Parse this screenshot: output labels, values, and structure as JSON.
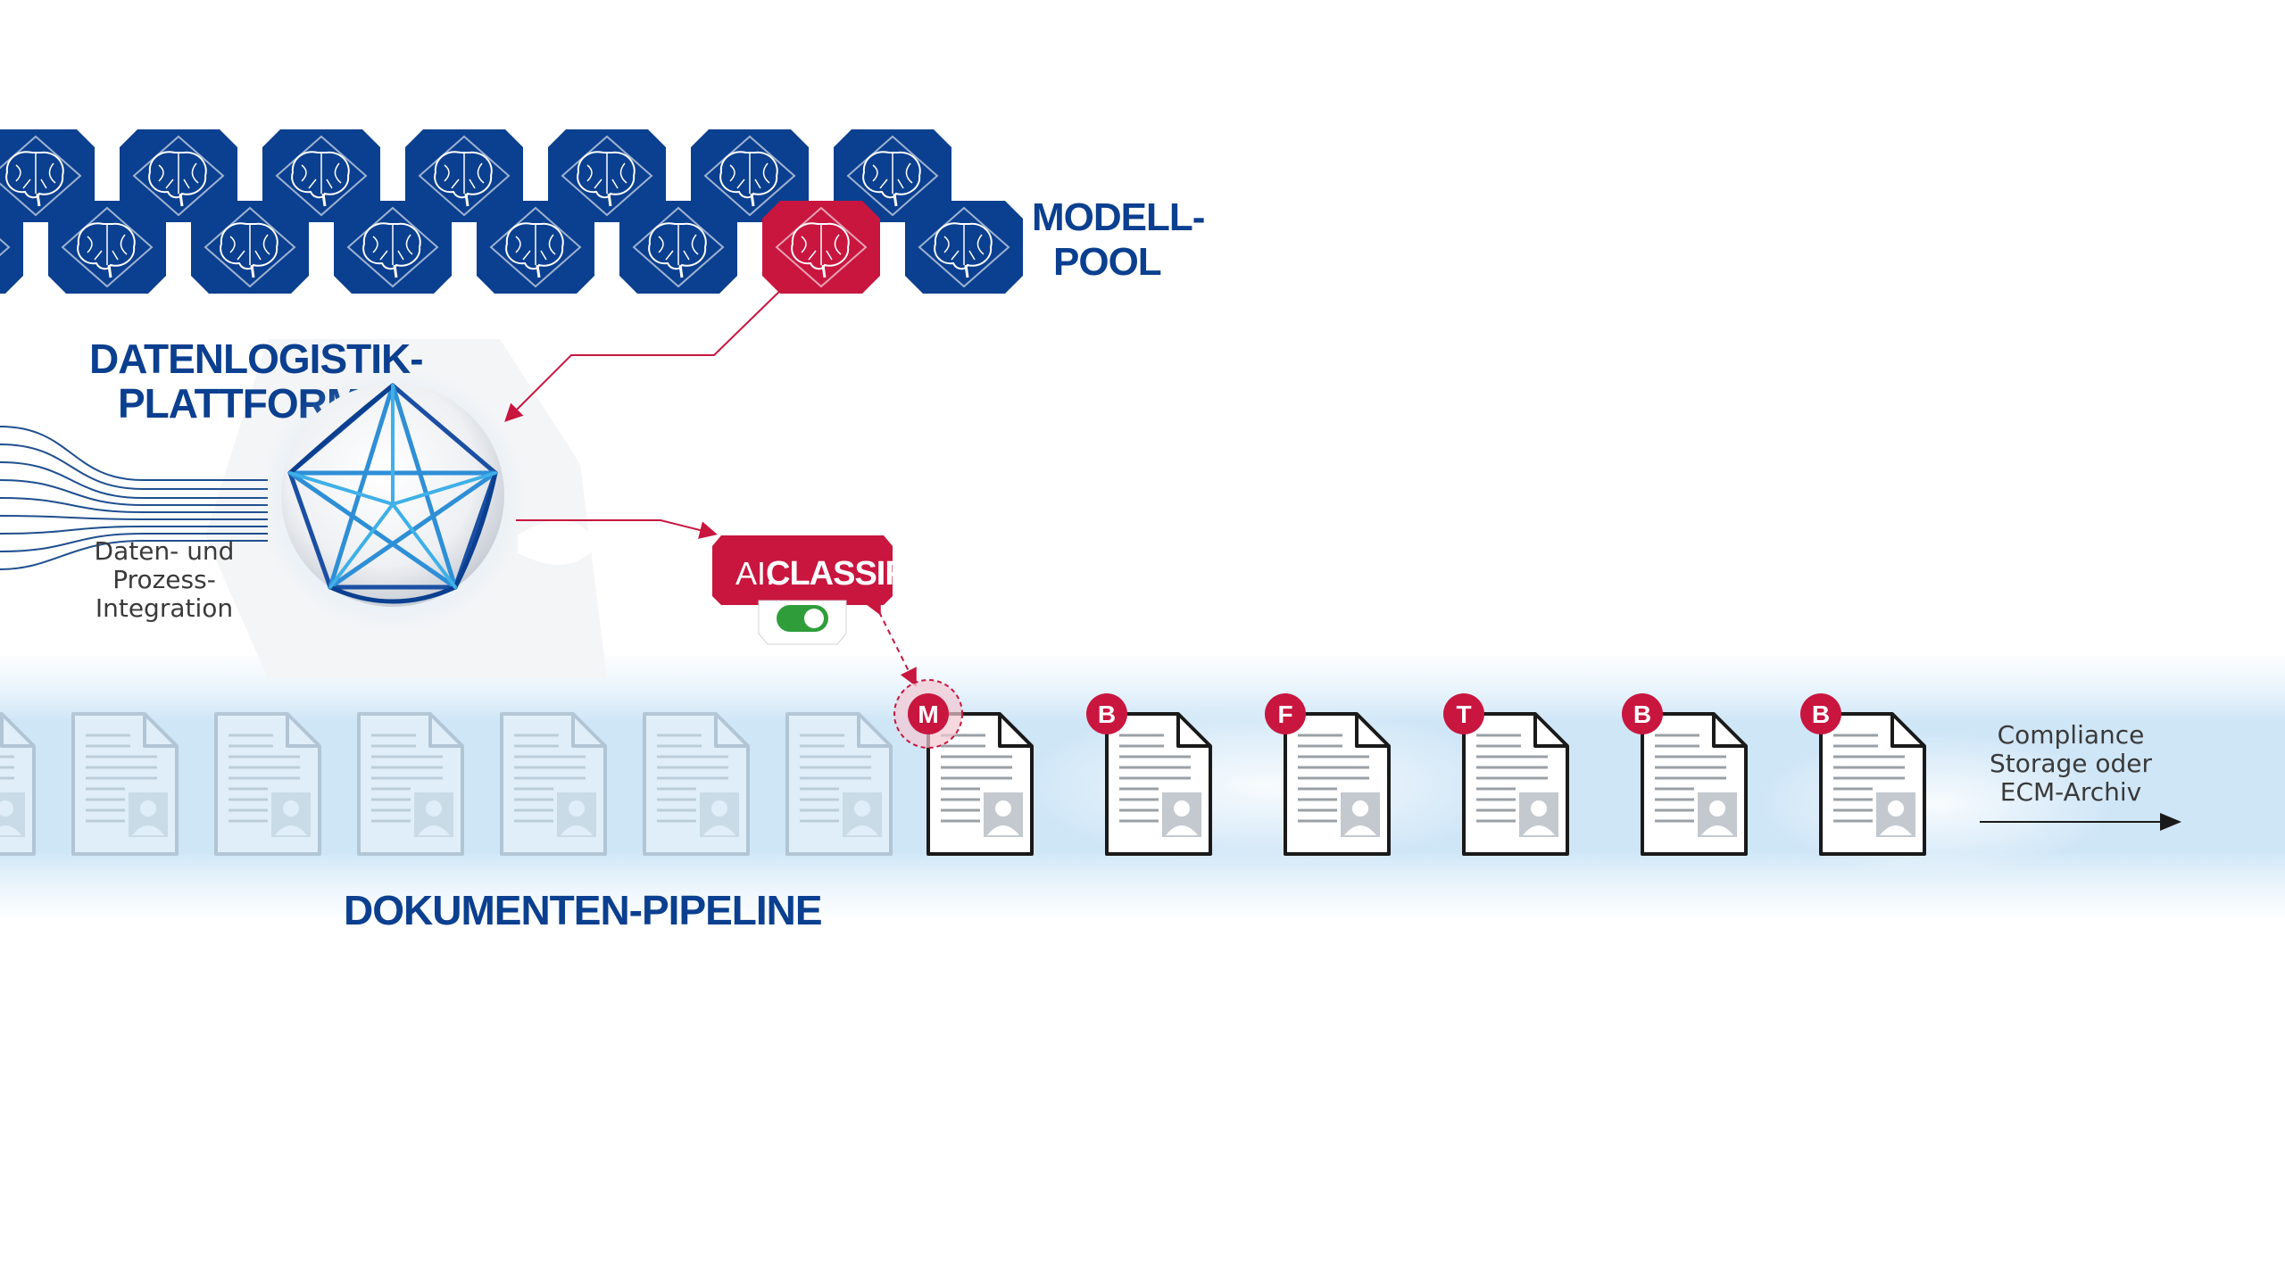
{
  "model_pool": {
    "label_line1": "MODELL-",
    "label_line2": "POOL",
    "tile_icon": "brain-icon",
    "row1_count": 7,
    "row2_count": 7,
    "highlighted_tile_row": 2,
    "highlighted_tile_index": 5
  },
  "platform": {
    "title_line1": "DATENLOGISTIK-",
    "title_line2": "PLATTFORM",
    "integration_line1": "Daten- und",
    "integration_line2": "Prozess-",
    "integration_line3": "Integration",
    "sphere_icon": "network-sphere-icon"
  },
  "classifier": {
    "label_prefix": "AI.",
    "label_main": "CLASSIFY",
    "toggle_state": "on"
  },
  "pipeline": {
    "label": "DOKUMENTEN-PIPELINE",
    "faded_document_count": 7,
    "classified_documents": [
      {
        "badge": "M",
        "active": true
      },
      {
        "badge": "B",
        "active": false
      },
      {
        "badge": "F",
        "active": false
      },
      {
        "badge": "T",
        "active": false
      },
      {
        "badge": "B",
        "active": false
      },
      {
        "badge": "B",
        "active": false
      }
    ],
    "destination_line1": "Compliance",
    "destination_line2": "Storage oder",
    "destination_line3": "ECM-Archiv"
  },
  "colors": {
    "brand_blue": "#0b3f8f",
    "accent_red": "#c8163f",
    "band_blue": "#cfe6f7",
    "toggle_green": "#2f9e3a",
    "sphere_line": "#1a4fa3"
  }
}
